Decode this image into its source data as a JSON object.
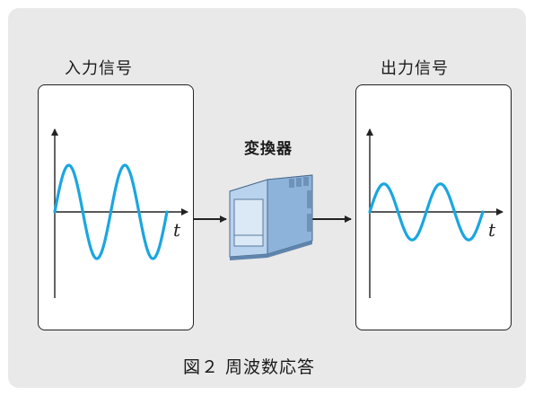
{
  "input": {
    "title": "入力信号",
    "axis_label": "t"
  },
  "output": {
    "title": "出力信号",
    "axis_label": "t"
  },
  "converter": {
    "label": "変換器"
  },
  "caption": "図２ 周波数応答",
  "colors": {
    "background": "#e9e9e9",
    "wave": "#1aa6e0",
    "axis": "#222222",
    "device_body": "#a9c8e8",
    "device_face": "#cfe0f2"
  },
  "signals": {
    "input": {
      "cycles": 2,
      "amplitude": 1.0
    },
    "output": {
      "cycles": 2,
      "amplitude": 0.6
    }
  }
}
